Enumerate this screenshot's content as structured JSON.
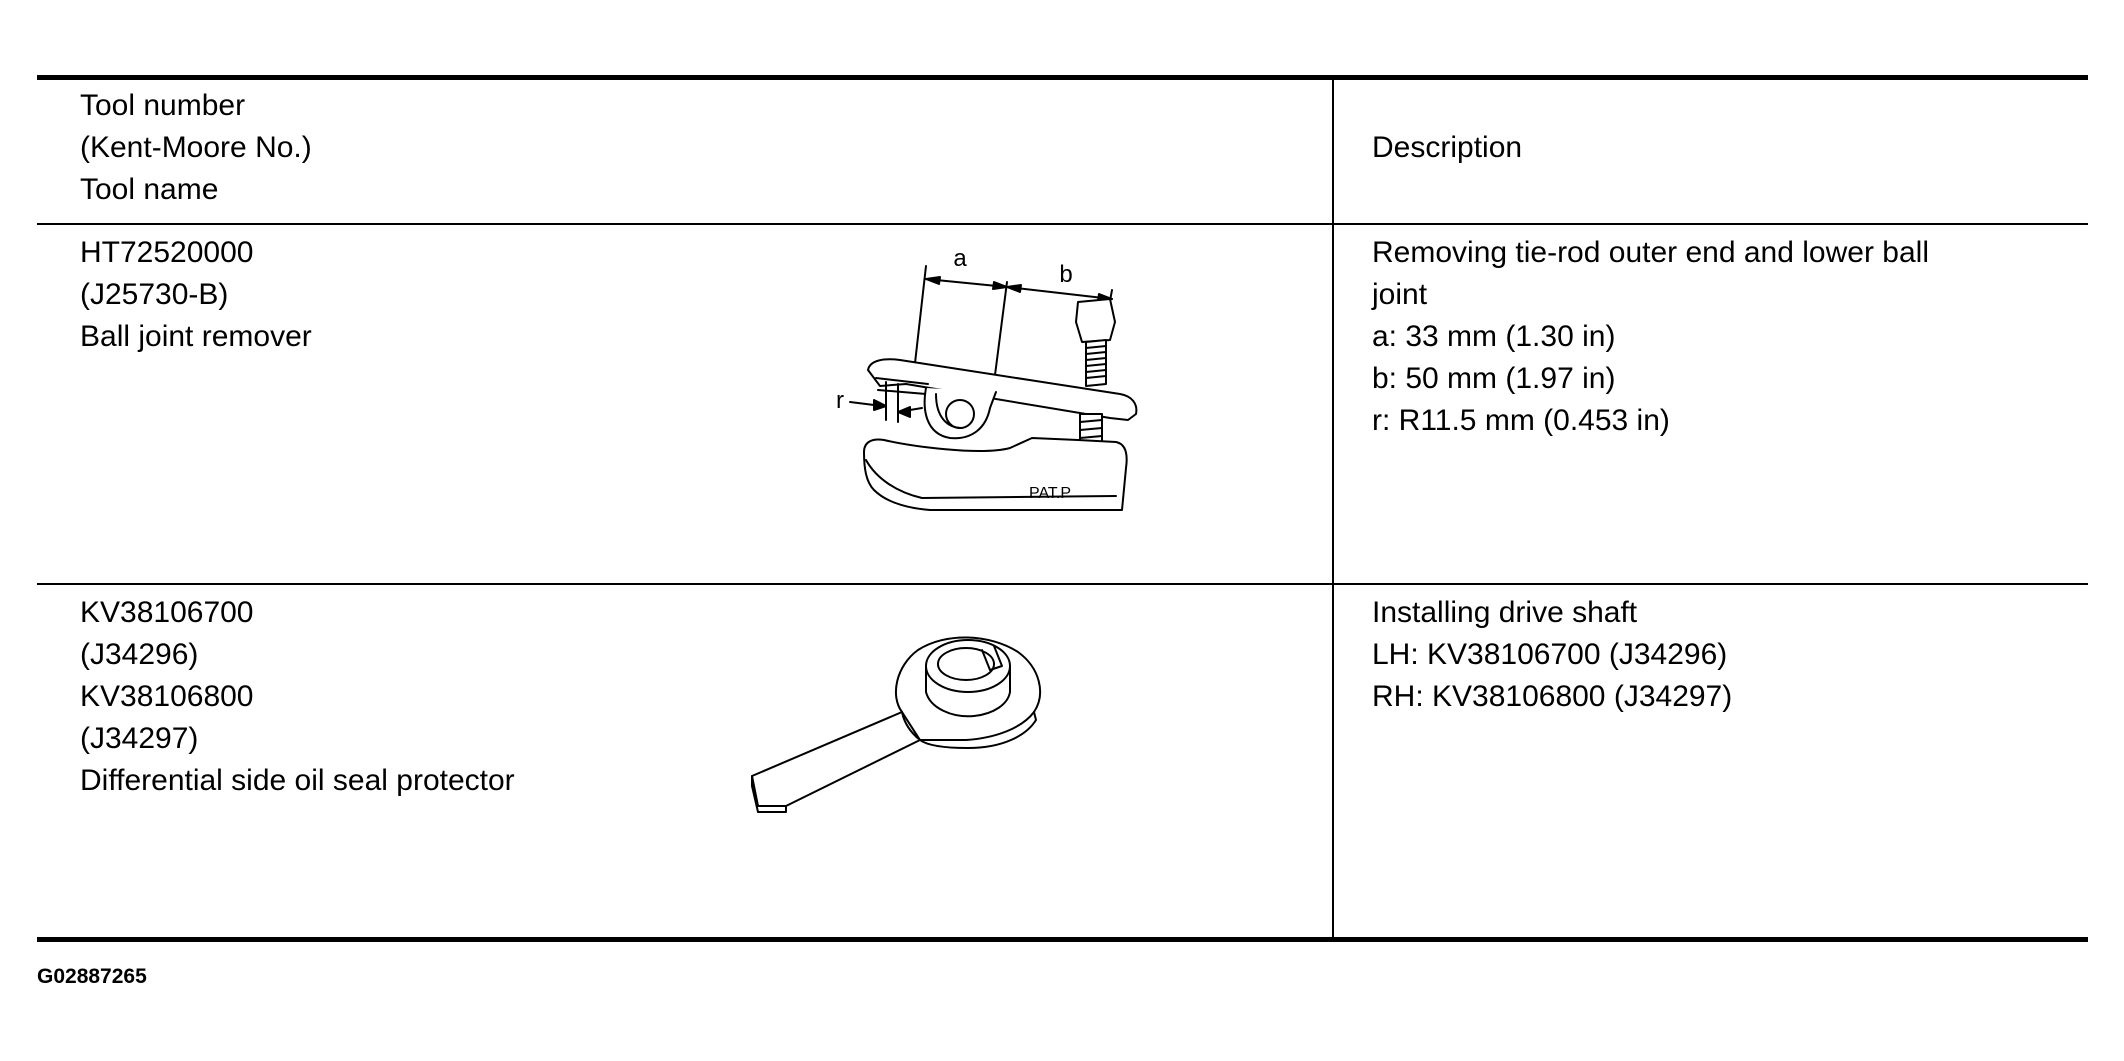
{
  "table": {
    "header": {
      "tool_col": "Tool number\n(Kent-Moore No.)\nTool name",
      "desc_col": "Description"
    },
    "rows": [
      {
        "tool": "HT72520000\n(J25730-B)\nBall joint remover",
        "figure_icon": "ball-joint-remover",
        "figure_labels": {
          "a": "a",
          "b": "b",
          "r": "r",
          "stamp": "PAT.P"
        },
        "description": "Removing tie-rod outer end and lower ball\njoint\na: 33 mm (1.30 in)\nb: 50 mm (1.97 in)\nr: R11.5 mm (0.453 in)"
      },
      {
        "tool": "KV38106700\n(J34296)\nKV38106800\n(J34297)\nDifferential side oil seal protector",
        "figure_icon": "oil-seal-protector",
        "description": "Installing drive shaft\nLH: KV38106700 (J34296)\nRH: KV38106800 (J34297)"
      }
    ]
  },
  "footer": {
    "figure_id": "G02887265"
  }
}
